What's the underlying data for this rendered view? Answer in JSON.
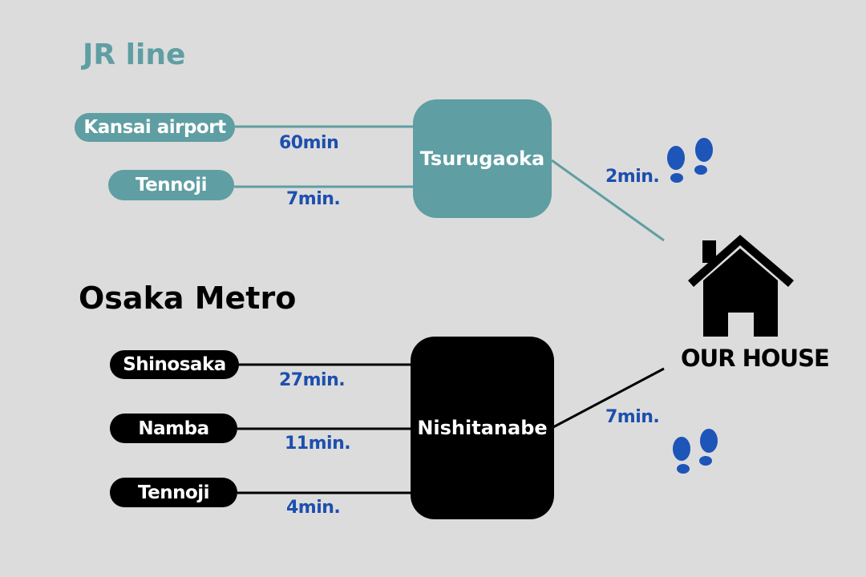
{
  "colors": {
    "jr": "#5f9ea2",
    "metro": "#000000",
    "time": "#1d4fae",
    "background": "#dcdcdc"
  },
  "jr": {
    "title": "JR line",
    "hub": "Tsurugaoka",
    "routes": [
      {
        "from": "Kansai airport",
        "time": "60min"
      },
      {
        "from": "Tennoji",
        "time": "7min."
      }
    ],
    "walk_time": "2min."
  },
  "metro": {
    "title": "Osaka Metro",
    "hub": "Nishitanabe",
    "routes": [
      {
        "from": "Shinosaka",
        "time": "27min."
      },
      {
        "from": "Namba",
        "time": "11min."
      },
      {
        "from": "Tennoji",
        "time": "4min."
      }
    ],
    "walk_time": "7min."
  },
  "destination": "OUR HOUSE",
  "icons": [
    "house-icon",
    "footprints-icon"
  ]
}
